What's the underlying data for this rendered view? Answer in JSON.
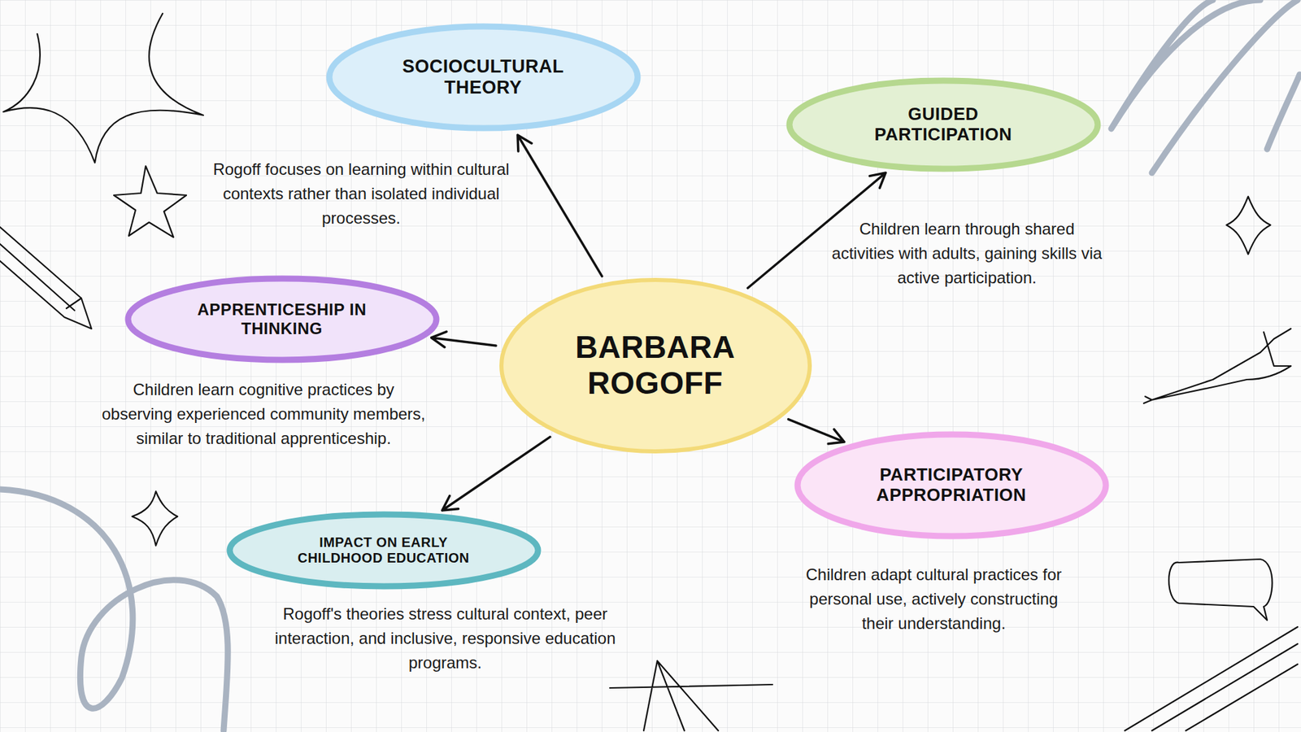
{
  "diagram": {
    "nodes": [
      {
        "text": [
          "SOCIOCULTURAL THEORY",
          "Rogoff focuses on learning within cultural contexts rather than isolated individual processes."
        ]
      },
      {
        "text": [
          "GUIDED PARTICIPATION",
          "Children learn through shared activities with adults, gaining skills via active participation."
        ]
      },
      {
        "text": [
          "APPRENTICESHIP IN THINKING",
          "Children learn cognitive practices by observing experienced community members, similar to traditional apprenticeship."
        ]
      },
      {
        "text": [
          "BARBARA ROGOFF"
        ]
      },
      {
        "text": [
          "PARTICIPATORY APPROPRIATION",
          "Children adapt cultural practices for personal use, actively constructing their understanding."
        ]
      },
      {
        "text": [
          "IMPACT ON EARLY CHILDHOOD EDUCATION",
          "Rogoff's theories stress cultural context, peer interaction, and inclusive, responsive education programs."
        ]
      }
    ],
    "edges": [
      {
        "from": 3,
        "to": 0,
        "arrow": "to"
      },
      {
        "from": 3,
        "to": 1,
        "arrow": "to"
      },
      {
        "from": 3,
        "to": 2,
        "arrow": "to"
      },
      {
        "from": 3,
        "to": 4,
        "arrow": "to"
      },
      {
        "from": 3,
        "to": 5,
        "arrow": "to"
      }
    ]
  }
}
